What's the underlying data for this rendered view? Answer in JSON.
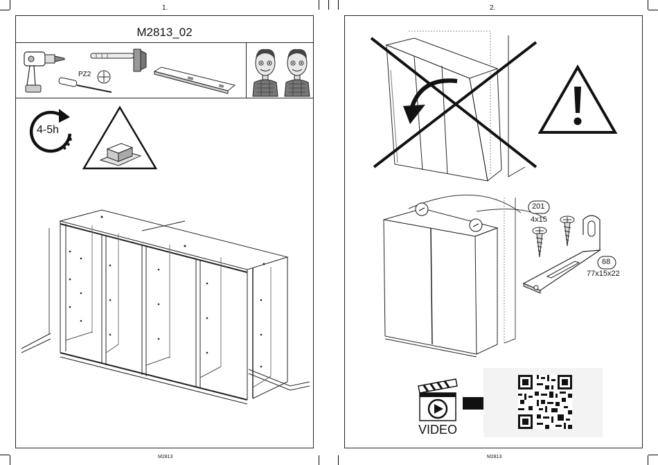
{
  "page1": {
    "page_number": "1.",
    "model_title": "M2813_02",
    "screwdriver_bit": "PZ2",
    "assembly_time": "4-5h",
    "footer": "M2813"
  },
  "page2": {
    "page_number": "2.",
    "part1": {
      "number": "201",
      "size": "4x15"
    },
    "part2": {
      "number": "68",
      "size": "77x15x22"
    },
    "video_label": "VIDEO",
    "footer": "M2813"
  },
  "icons": {
    "tools": [
      "drill-icon",
      "hammer-icon",
      "screwdriver-icon",
      "phillips-bit-icon",
      "spirit-level-icon"
    ],
    "people": [
      "assembler-person-icon",
      "assembler-person-icon"
    ],
    "warnings": [
      "carpet-warning-icon",
      "exclamation-warning-icon"
    ],
    "media": [
      "clapperboard-icon",
      "arrow-right-icon",
      "qr-code-icon"
    ]
  }
}
